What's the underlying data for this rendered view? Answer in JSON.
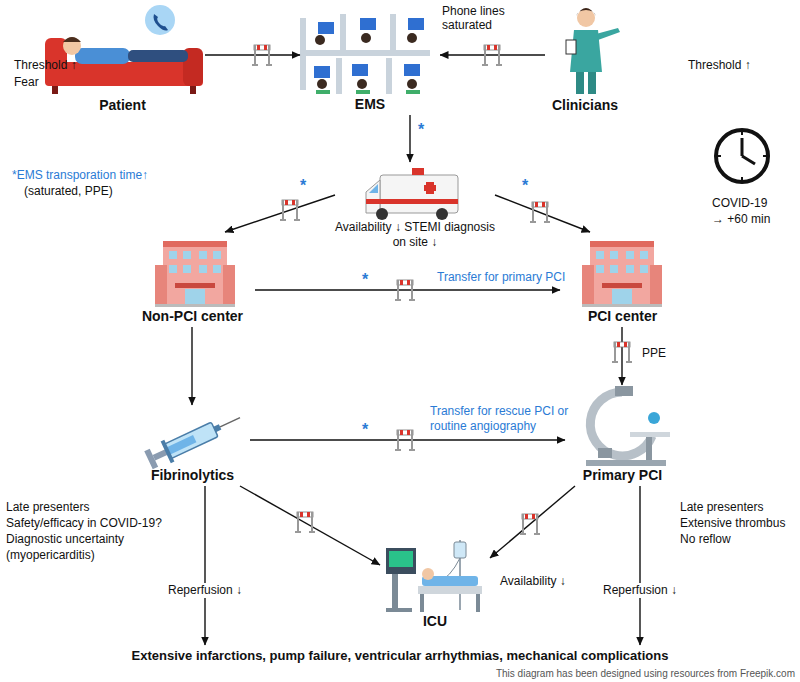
{
  "diagram": {
    "nodes": [
      {
        "text": [
          "Patient"
        ]
      },
      {
        "text": [
          "Phone lines saturated",
          "EMS"
        ]
      },
      {
        "text": [
          "Clinicians"
        ]
      },
      {
        "text": [
          "Availability ↓ STEMI diagnosis on site ↓"
        ]
      },
      {
        "text": [
          "Non-PCI center"
        ]
      },
      {
        "text": [
          "PCI center"
        ]
      },
      {
        "text": [
          "Fibrinolytics"
        ]
      },
      {
        "text": [
          "Primary PCI"
        ]
      },
      {
        "text": [
          "ICU"
        ]
      },
      {
        "text": [
          "Extensive infarctions, pump failure, ventricular arrhythmias, mechanical complications"
        ]
      }
    ],
    "edges": [
      {
        "from": 0,
        "to": 1,
        "arrow": "to"
      },
      {
        "from": 2,
        "to": 1,
        "arrow": "to"
      },
      {
        "from": 1,
        "to": 3,
        "arrow": "to"
      },
      {
        "from": 3,
        "to": 4,
        "arrow": "to"
      },
      {
        "from": 3,
        "to": 5,
        "arrow": "to"
      },
      {
        "from": 4,
        "to": 5,
        "label": "Transfer for primary PCI",
        "arrow": "to"
      },
      {
        "from": 5,
        "to": 7,
        "arrow": "to"
      },
      {
        "from": 4,
        "to": 6,
        "arrow": "to"
      },
      {
        "from": 6,
        "to": 7,
        "label": "Transfer for rescue PCI or routine angiography",
        "arrow": "to"
      },
      {
        "from": 6,
        "to": 8,
        "arrow": "to"
      },
      {
        "from": 7,
        "to": 8,
        "arrow": "to"
      },
      {
        "from": 6,
        "to": 9,
        "label": "Reperfusion ↓",
        "arrow": "to"
      },
      {
        "from": 7,
        "to": 9,
        "label": "Reperfusion ↓",
        "arrow": "to"
      }
    ],
    "labels": [
      "Threshold ↑",
      "Fear",
      "Threshold ↑",
      "*EMS transporation time↑",
      "(saturated, PPE)",
      "COVID-19",
      "→ +60 min",
      "*",
      "*",
      "*",
      "*",
      "*",
      "PPE",
      "Late presenters",
      "Safety/efficacy in COVID-19?",
      "Diagnostic uncertainty",
      "(myopericarditis)",
      "Late presenters",
      "Extensive thrombus",
      "No reflow",
      "Availability ↓",
      "This diagram has been designed using resources from Freepik.com"
    ]
  }
}
